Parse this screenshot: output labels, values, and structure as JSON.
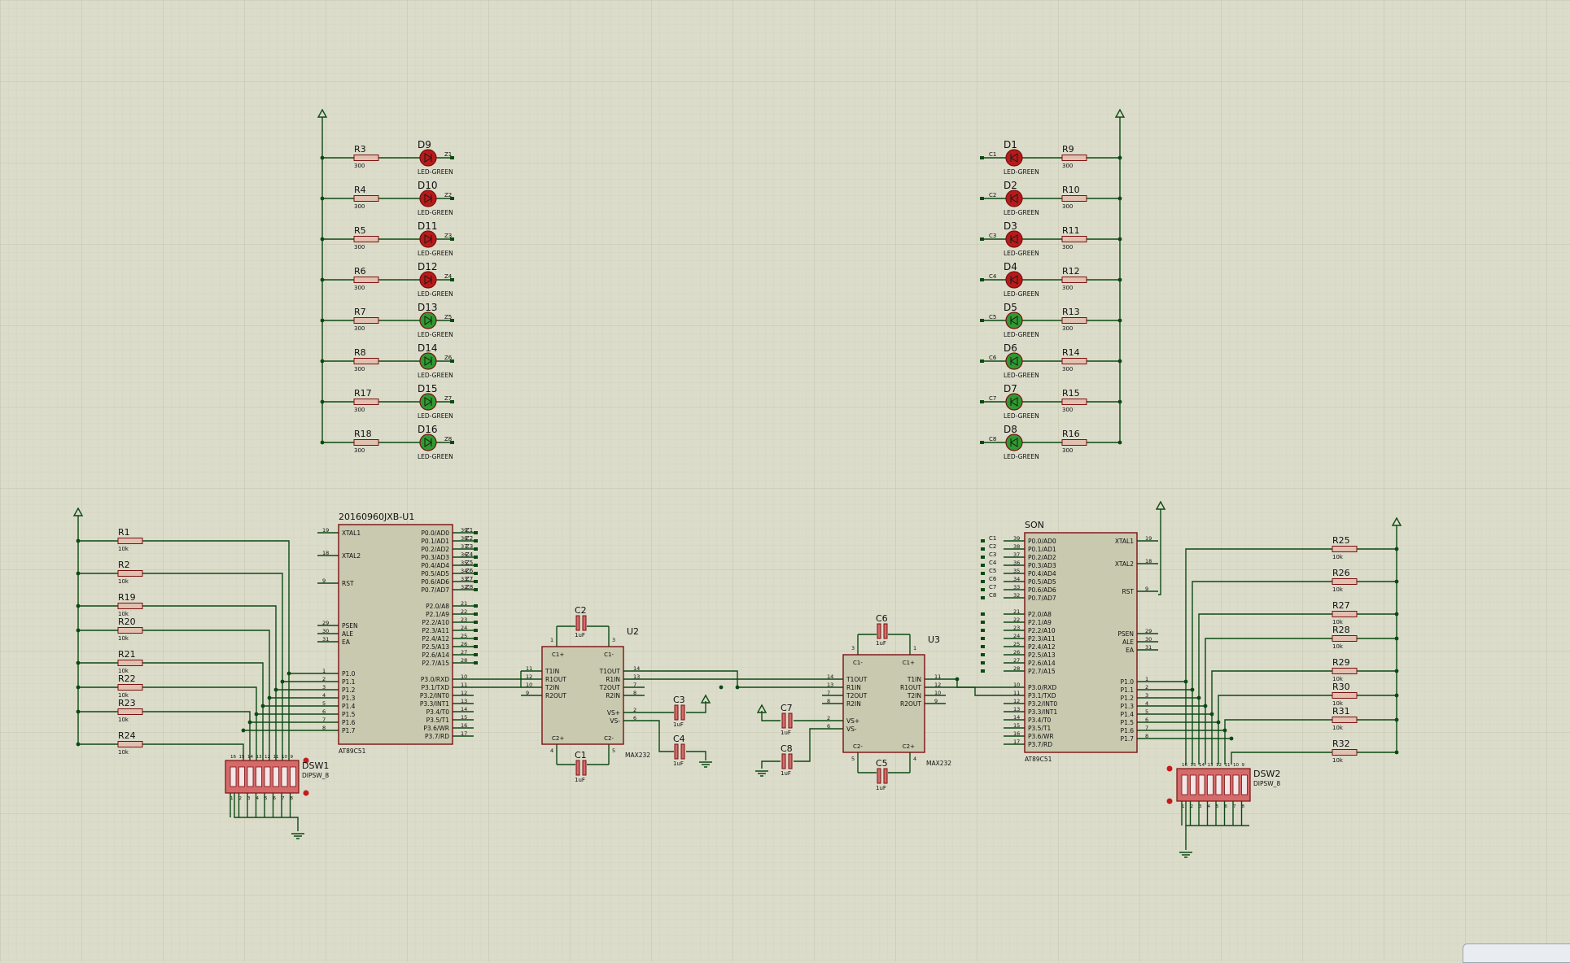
{
  "colors": {
    "background": "#dcdccb",
    "grid_minor": "#cdcdb8",
    "grid_major": "#bdbda4",
    "wire": "#0b4a12",
    "component_outline": "#7a1010",
    "chip_fill": "#c9c9b0",
    "resistor_fill": "#e2c0b0",
    "led_off": "#b81a1a",
    "led_on": "#2f9a2f",
    "dipsw_fill": "#d46a6a",
    "label_text": "#101010"
  },
  "chips": [
    {
      "id": "mcu1",
      "ref": "20160960JXB-U1",
      "part": "AT89C51",
      "left_pins": [
        "XTAL1",
        "XTAL2",
        "RST",
        "PSEN",
        "ALE",
        "EA",
        "P1.0",
        "P1.1",
        "P1.2",
        "P1.3",
        "P1.4",
        "P1.5",
        "P1.6",
        "P1.7"
      ],
      "left_numbers": [
        "19",
        "18",
        "9",
        "29",
        "30",
        "31",
        "1",
        "2",
        "3",
        "4",
        "5",
        "6",
        "7",
        "8"
      ],
      "right_pins": [
        "P0.0/AD0",
        "P0.1/AD1",
        "P0.2/AD2",
        "P0.3/AD3",
        "P0.4/AD4",
        "P0.5/AD5",
        "P0.6/AD6",
        "P0.7/AD7",
        "P2.0/A8",
        "P2.1/A9",
        "P2.2/A10",
        "P2.3/A11",
        "P2.4/A12",
        "P2.5/A13",
        "P2.6/A14",
        "P2.7/A15",
        "P3.0/RXD",
        "P3.1/TXD",
        "P3.2/INT0",
        "P3.3/INT1",
        "P3.4/T0",
        "P3.5/T1",
        "P3.6/WR",
        "P3.7/RD"
      ],
      "right_numbers": [
        "39",
        "38",
        "37",
        "36",
        "35",
        "34",
        "33",
        "32",
        "21",
        "22",
        "23",
        "24",
        "25",
        "26",
        "27",
        "28",
        "10",
        "11",
        "12",
        "13",
        "14",
        "15",
        "16",
        "17"
      ],
      "net_labels": [
        "Z1",
        "Z2",
        "Z3",
        "Z4",
        "Z5",
        "Z6",
        "Z7",
        "Z8"
      ]
    },
    {
      "id": "mcu2",
      "ref": "SON",
      "part": "AT89C51",
      "left_pins": [
        "P0.0/AD0",
        "P0.1/AD1",
        "P0.2/AD2",
        "P0.3/AD3",
        "P0.4/AD4",
        "P0.5/AD5",
        "P0.6/AD6",
        "P0.7/AD7",
        "P2.0/A8",
        "P2.1/A9",
        "P2.2/A10",
        "P2.3/A11",
        "P2.4/A12",
        "P2.5/A13",
        "P2.6/A14",
        "P2.7/A15",
        "P3.0/RXD",
        "P3.1/TXD",
        "P3.2/INT0",
        "P3.3/INT1",
        "P3.4/T0",
        "P3.5/T1",
        "P3.6/WR",
        "P3.7/RD"
      ],
      "left_numbers": [
        "39",
        "38",
        "37",
        "36",
        "35",
        "34",
        "33",
        "32",
        "21",
        "22",
        "23",
        "24",
        "25",
        "26",
        "27",
        "28",
        "10",
        "11",
        "12",
        "13",
        "14",
        "15",
        "16",
        "17"
      ],
      "right_pins": [
        "XTAL1",
        "XTAL2",
        "RST",
        "PSEN",
        "ALE",
        "EA",
        "P1.0",
        "P1.1",
        "P1.2",
        "P1.3",
        "P1.4",
        "P1.5",
        "P1.6",
        "P1.7"
      ],
      "right_numbers": [
        "19",
        "18",
        "9",
        "29",
        "30",
        "31",
        "1",
        "2",
        "3",
        "4",
        "5",
        "6",
        "7",
        "8"
      ],
      "net_labels": [
        "C1",
        "C2",
        "C3",
        "C4",
        "C5",
        "C6",
        "C7",
        "C8"
      ]
    }
  ],
  "max232": [
    {
      "ref": "U2",
      "part": "MAX232",
      "top_pins": [
        "C1+",
        "C1-"
      ],
      "left_pins": [
        "T1IN",
        "R1OUT",
        "T2IN",
        "R2OUT"
      ],
      "left_numbers": [
        "11",
        "12",
        "10",
        "9"
      ],
      "right_pins": [
        "T1OUT",
        "R1IN",
        "T2OUT",
        "R2IN",
        "VS+",
        "VS-"
      ],
      "right_numbers": [
        "14",
        "13",
        "7",
        "8",
        "2",
        "6"
      ],
      "bottom_pins": [
        "C2+",
        "C2-"
      ],
      "corner_numbers": [
        "1",
        "3",
        "4",
        "5"
      ]
    },
    {
      "ref": "U3",
      "part": "MAX232",
      "top_pins": [
        "C1-",
        "C1+"
      ],
      "left_pins": [
        "T1OUT",
        "R1IN",
        "T2OUT",
        "R2IN",
        "VS+",
        "VS-"
      ],
      "left_numbers": [
        "14",
        "13",
        "7",
        "8",
        "2",
        "6"
      ],
      "right_pins": [
        "T1IN",
        "R1OUT",
        "T2IN",
        "R2OUT"
      ],
      "right_numbers": [
        "11",
        "12",
        "10",
        "9"
      ],
      "bottom_pins": [
        "C2-",
        "C2+"
      ],
      "corner_numbers": [
        "3",
        "1",
        "5",
        "4"
      ]
    }
  ],
  "led_rows_left": [
    {
      "r": "R3",
      "rv": "300",
      "d": "D9",
      "dv": "LED-GREEN",
      "net": "Z1",
      "on": false
    },
    {
      "r": "R4",
      "rv": "300",
      "d": "D10",
      "dv": "LED-GREEN",
      "net": "Z2",
      "on": false
    },
    {
      "r": "R5",
      "rv": "300",
      "d": "D11",
      "dv": "LED-GREEN",
      "net": "Z3",
      "on": false
    },
    {
      "r": "R6",
      "rv": "300",
      "d": "D12",
      "dv": "LED-GREEN",
      "net": "Z4",
      "on": false
    },
    {
      "r": "R7",
      "rv": "300",
      "d": "D13",
      "dv": "LED-GREEN",
      "net": "Z5",
      "on": true
    },
    {
      "r": "R8",
      "rv": "300",
      "d": "D14",
      "dv": "LED-GREEN",
      "net": "Z6",
      "on": true
    },
    {
      "r": "R17",
      "rv": "300",
      "d": "D15",
      "dv": "LED-GREEN",
      "net": "Z7",
      "on": true
    },
    {
      "r": "R18",
      "rv": "300",
      "d": "D16",
      "dv": "LED-GREEN",
      "net": "Z8",
      "on": true
    }
  ],
  "led_rows_right": [
    {
      "r": "R9",
      "rv": "300",
      "d": "D1",
      "dv": "LED-GREEN",
      "net": "C1",
      "on": false
    },
    {
      "r": "R10",
      "rv": "300",
      "d": "D2",
      "dv": "LED-GREEN",
      "net": "C2",
      "on": false
    },
    {
      "r": "R11",
      "rv": "300",
      "d": "D3",
      "dv": "LED-GREEN",
      "net": "C3",
      "on": false
    },
    {
      "r": "R12",
      "rv": "300",
      "d": "D4",
      "dv": "LED-GREEN",
      "net": "C4",
      "on": false
    },
    {
      "r": "R13",
      "rv": "300",
      "d": "D5",
      "dv": "LED-GREEN",
      "net": "C5",
      "on": true
    },
    {
      "r": "R14",
      "rv": "300",
      "d": "D6",
      "dv": "LED-GREEN",
      "net": "C6",
      "on": true
    },
    {
      "r": "R15",
      "rv": "300",
      "d": "D7",
      "dv": "LED-GREEN",
      "net": "C7",
      "on": true
    },
    {
      "r": "R16",
      "rv": "300",
      "d": "D8",
      "dv": "LED-GREEN",
      "net": "C8",
      "on": true
    }
  ],
  "pullups_left": [
    {
      "r": "R1",
      "v": "10k"
    },
    {
      "r": "R2",
      "v": "10k"
    },
    {
      "r": "R19",
      "v": "10k"
    },
    {
      "r": "R20",
      "v": "10k"
    },
    {
      "r": "R21",
      "v": "10k"
    },
    {
      "r": "R22",
      "v": "10k"
    },
    {
      "r": "R23",
      "v": "10k"
    },
    {
      "r": "R24",
      "v": "10k"
    }
  ],
  "pullups_right": [
    {
      "r": "R25",
      "v": "10k"
    },
    {
      "r": "R26",
      "v": "10k"
    },
    {
      "r": "R27",
      "v": "10k"
    },
    {
      "r": "R28",
      "v": "10k"
    },
    {
      "r": "R29",
      "v": "10k"
    },
    {
      "r": "R30",
      "v": "10k"
    },
    {
      "r": "R31",
      "v": "10k"
    },
    {
      "r": "R32",
      "v": "10k"
    }
  ],
  "dipswitches": [
    {
      "ref": "DSW1",
      "part": "DIPSW_8",
      "top_numbers": [
        "16",
        "15",
        "14",
        "13",
        "12",
        "11",
        "10",
        "9"
      ],
      "bottom_numbers": [
        "1",
        "2",
        "3",
        "4",
        "5",
        "6",
        "7",
        "8"
      ]
    },
    {
      "ref": "DSW2",
      "part": "DIPSW_8",
      "top_numbers": [
        "16",
        "15",
        "14",
        "13",
        "12",
        "11",
        "10",
        "9"
      ],
      "bottom_numbers": [
        "1",
        "2",
        "3",
        "4",
        "5",
        "6",
        "7",
        "8"
      ]
    }
  ],
  "capacitors": [
    {
      "ref": "C2",
      "v": "1uF"
    },
    {
      "ref": "C1",
      "v": "1uF"
    },
    {
      "ref": "C3",
      "v": "1uF"
    },
    {
      "ref": "C4",
      "v": "1uF"
    },
    {
      "ref": "C6",
      "v": "1uF"
    },
    {
      "ref": "C5",
      "v": "1uF"
    },
    {
      "ref": "C7",
      "v": "1uF"
    },
    {
      "ref": "C8",
      "v": "1uF"
    }
  ]
}
